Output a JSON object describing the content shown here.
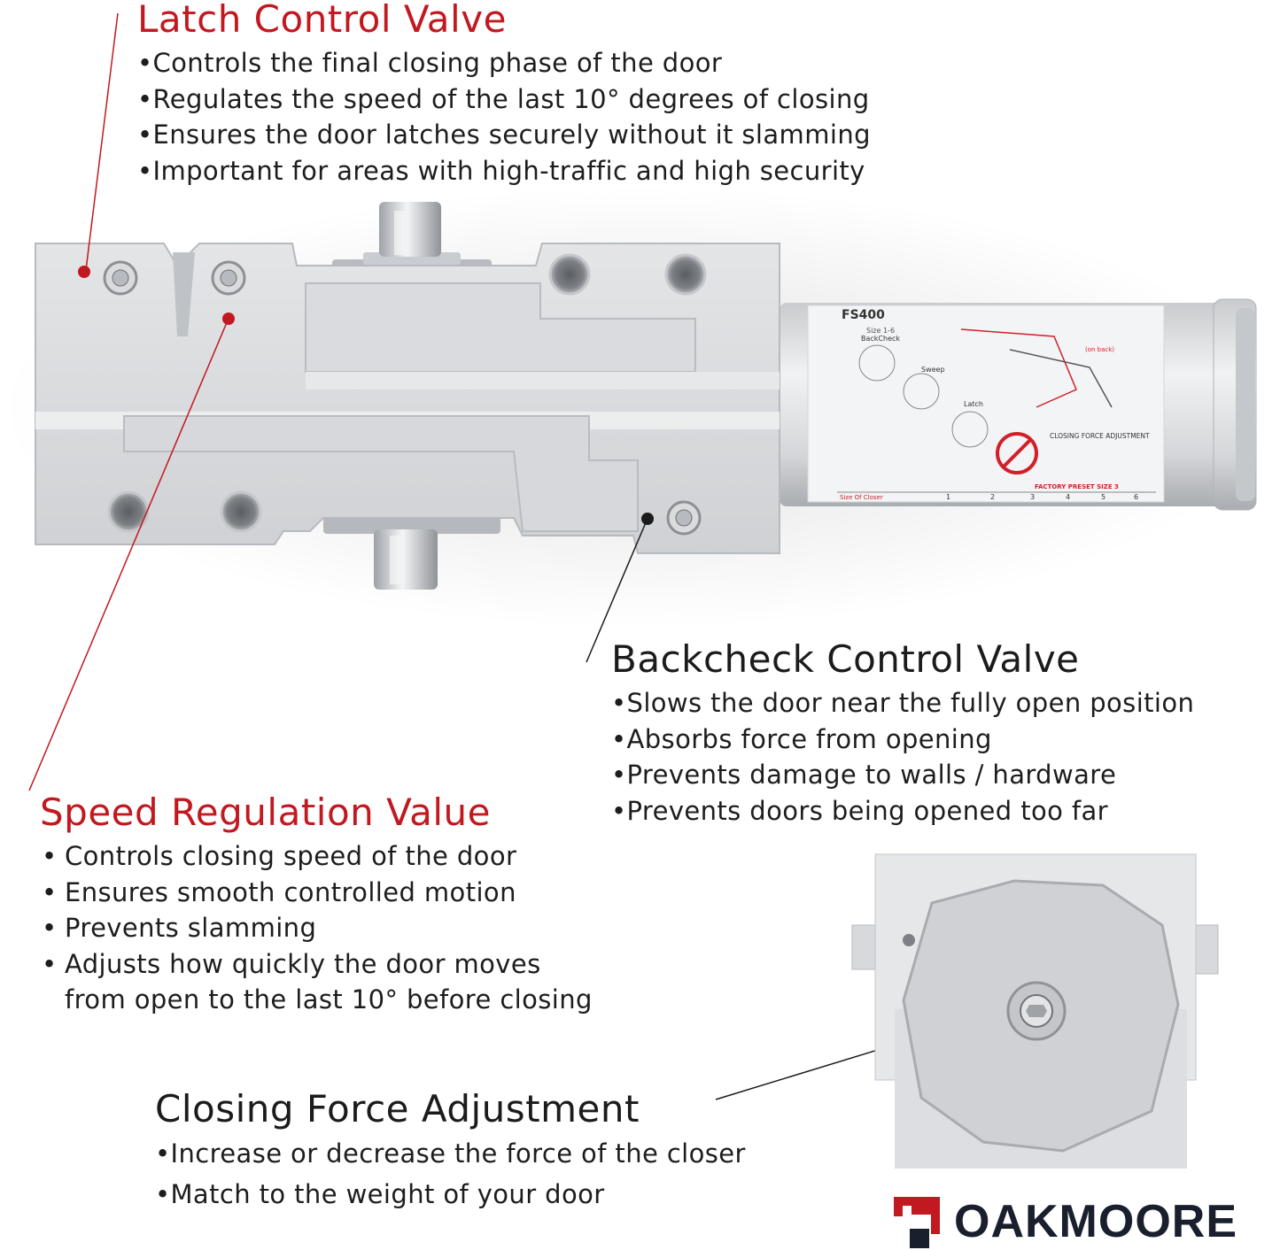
{
  "latch": {
    "title": "Latch Control Valve",
    "bullets": [
      "Controls the final closing phase of the door",
      "Regulates the speed of the last 10° degrees  of closing",
      "Ensures the door latches securely without it slamming",
      "Important for areas with high-traffic and high security"
    ]
  },
  "backcheck": {
    "title": "Backcheck Control Valve",
    "bullets": [
      "Slows the door near the fully open position",
      "Absorbs force from opening",
      "Prevents damage to walls / hardware",
      "Prevents doors being opened too far"
    ]
  },
  "speed": {
    "title": "Speed Regulation Value",
    "bullets": [
      "Controls closing speed of the door",
      "Ensures smooth controlled motion",
      "Prevents slamming",
      "Adjusts how quickly the door moves"
    ],
    "continuation": "from open to the last 10° before closing"
  },
  "closing": {
    "title": "Closing Force Adjustment",
    "bullets": [
      "Increase or decrease the force of the closer",
      "Match to the weight of your door"
    ]
  },
  "label": {
    "model": "FS400",
    "size": "Size 1-6",
    "backcheck": "BackCheck",
    "sweep": "Sweep",
    "latch": "Latch",
    "force": "CLOSING FORCE ADJUSTMENT",
    "preset": "FACTORY PRESET SIZE 3",
    "size_row_label": "Size Of Closer",
    "sizes": [
      "1",
      "2",
      "3",
      "4",
      "5",
      "6"
    ],
    "on_back": "(on back)"
  },
  "brand": {
    "name": "OAKMOORE"
  },
  "colors": {
    "accent_red": "#c2181f",
    "brand_navy": "#1a1f2e",
    "body_silver": "#dadcdf"
  }
}
